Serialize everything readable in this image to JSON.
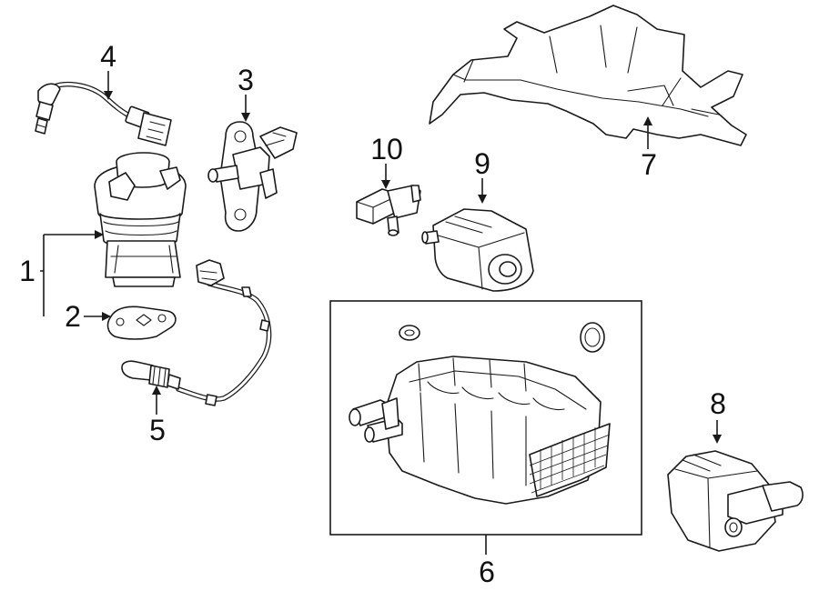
{
  "diagram": {
    "callouts": [
      {
        "id": "c1",
        "text": "1"
      },
      {
        "id": "c2",
        "text": "2"
      },
      {
        "id": "c3",
        "text": "3"
      },
      {
        "id": "c4",
        "text": "4"
      },
      {
        "id": "c5",
        "text": "5"
      },
      {
        "id": "c6",
        "text": "6"
      },
      {
        "id": "c7",
        "text": "7"
      },
      {
        "id": "c8",
        "text": "8"
      },
      {
        "id": "c9",
        "text": "9"
      },
      {
        "id": "c10",
        "text": "10"
      }
    ],
    "colors": {
      "line": "#1a1a1a",
      "background": "#ffffff"
    }
  }
}
